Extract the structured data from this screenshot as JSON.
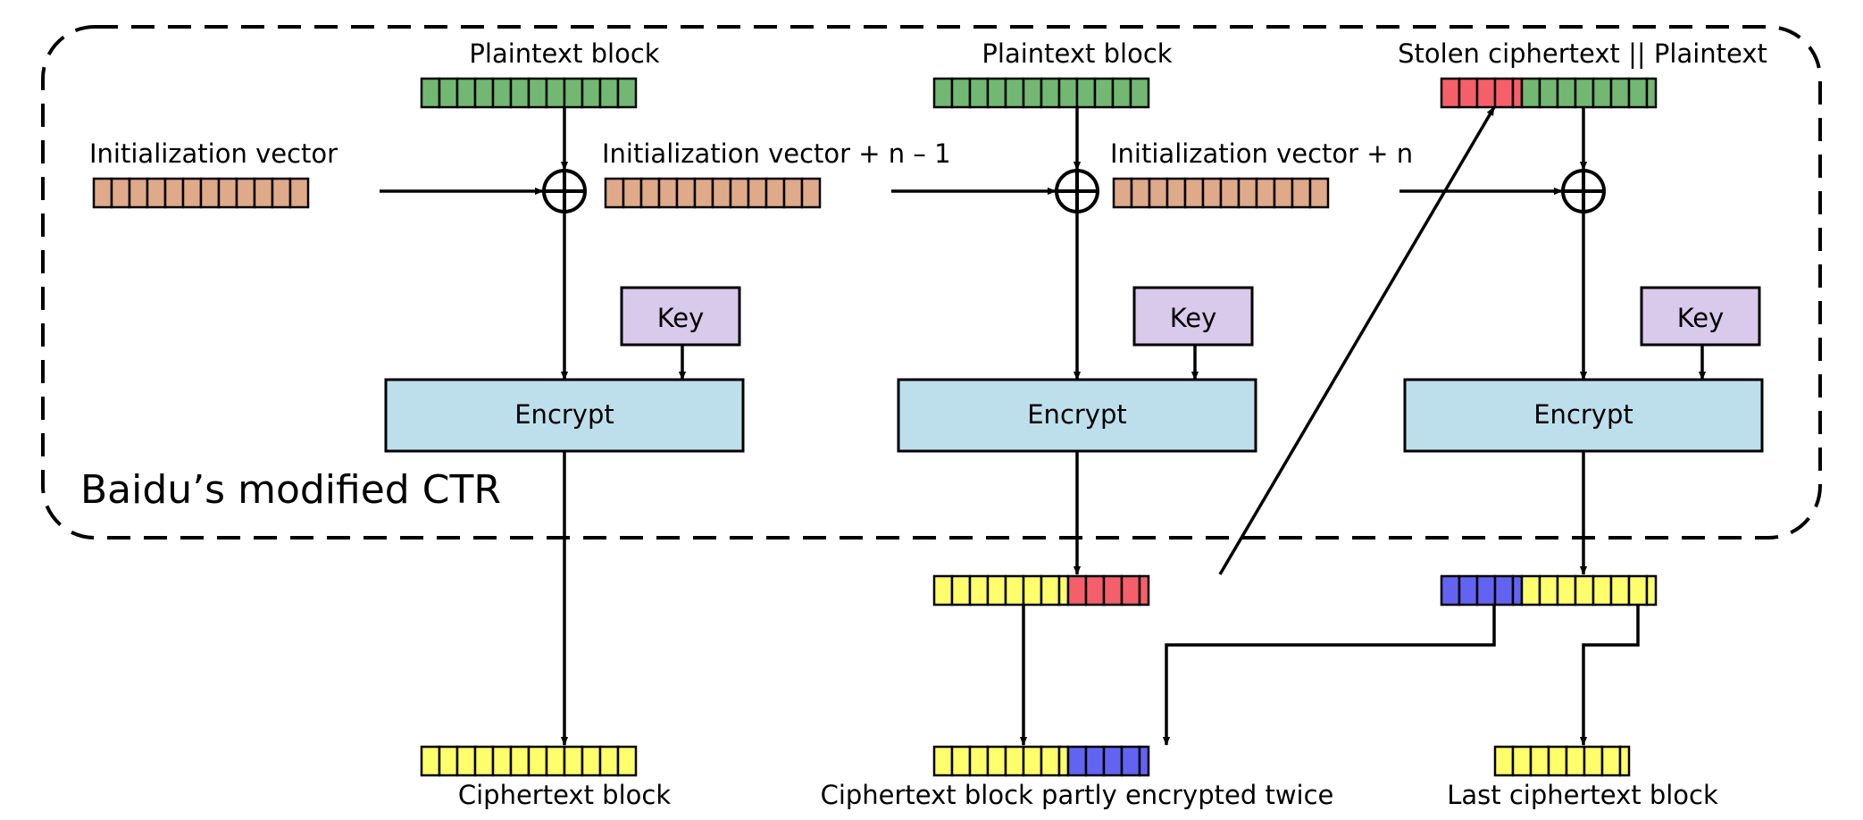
{
  "diagram": {
    "region_label": "Baidu’s modified CTR",
    "columns": [
      {
        "top_label": "Plaintext block",
        "iv_label": "Initialization vector",
        "key_label": "Key",
        "encrypt_label": "Encrypt",
        "bottom_label": "Ciphertext block"
      },
      {
        "top_label": "Plaintext block",
        "iv_label": "Initialization vector + n – 1",
        "key_label": "Key",
        "encrypt_label": "Encrypt",
        "bottom_label": "Ciphertext block partly encrypted twice"
      },
      {
        "top_label": "Stolen ciphertext || Plaintext",
        "iv_label": "Initialization vector + n",
        "key_label": "Key",
        "encrypt_label": "Encrypt",
        "bottom_label": "Last ciphertext block"
      }
    ],
    "colors": {
      "plaintext": "#72b872",
      "iv": "#dfaa8a",
      "key": "#d9c9ea",
      "encrypt": "#bddfeb",
      "ciphertext": "#ffff6b",
      "stolen": "#f55f6a",
      "twice": "#6363f2"
    }
  }
}
